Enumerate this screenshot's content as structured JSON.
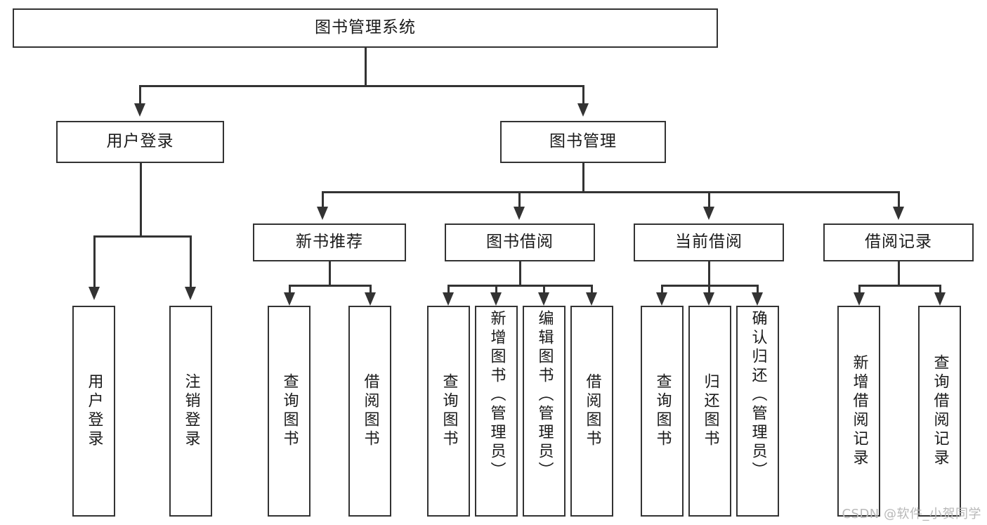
{
  "diagram": {
    "title": "图书管理系统",
    "type": "hierarchy-tree",
    "root": {
      "id": "root",
      "label": "图书管理系统"
    },
    "level2": [
      {
        "id": "user-login",
        "label": "用户登录"
      },
      {
        "id": "book-manage",
        "label": "图书管理"
      }
    ],
    "level3": [
      {
        "id": "new-book-recommend",
        "label": "新书推荐",
        "parent": "book-manage"
      },
      {
        "id": "book-borrow",
        "label": "图书借阅",
        "parent": "book-manage"
      },
      {
        "id": "current-borrow",
        "label": "当前借阅",
        "parent": "book-manage"
      },
      {
        "id": "borrow-record",
        "label": "借阅记录",
        "parent": "book-manage"
      }
    ],
    "leaves": {
      "user_login": [
        {
          "id": "leaf-user-login",
          "label": "用户登录"
        },
        {
          "id": "leaf-user-logout",
          "label": "注销登录"
        }
      ],
      "new_book_recommend": [
        {
          "id": "leaf-query-book-1",
          "label": "查询图书"
        },
        {
          "id": "leaf-borrow-book-1",
          "label": "借阅图书"
        }
      ],
      "book_borrow": [
        {
          "id": "leaf-query-book-2",
          "label": "查询图书"
        },
        {
          "id": "leaf-add-book",
          "label": "新增图书（管理员）"
        },
        {
          "id": "leaf-edit-book",
          "label": "编辑图书（管理员）"
        },
        {
          "id": "leaf-borrow-book-2",
          "label": "借阅图书"
        }
      ],
      "current_borrow": [
        {
          "id": "leaf-query-book-3",
          "label": "查询图书"
        },
        {
          "id": "leaf-return-book",
          "label": "归还图书"
        },
        {
          "id": "leaf-confirm-return",
          "label": "确认归还（管理员）"
        }
      ],
      "borrow_record": [
        {
          "id": "leaf-add-record",
          "label": "新增借阅记录"
        },
        {
          "id": "leaf-query-record",
          "label": "查询借阅记录"
        }
      ]
    },
    "colors": {
      "stroke": "#333333",
      "fill": "#ffffff",
      "text": "#1a1a1a",
      "watermark": "#b8b8b8"
    }
  },
  "watermark": {
    "text": "CSDN @软件_小贺同学"
  }
}
